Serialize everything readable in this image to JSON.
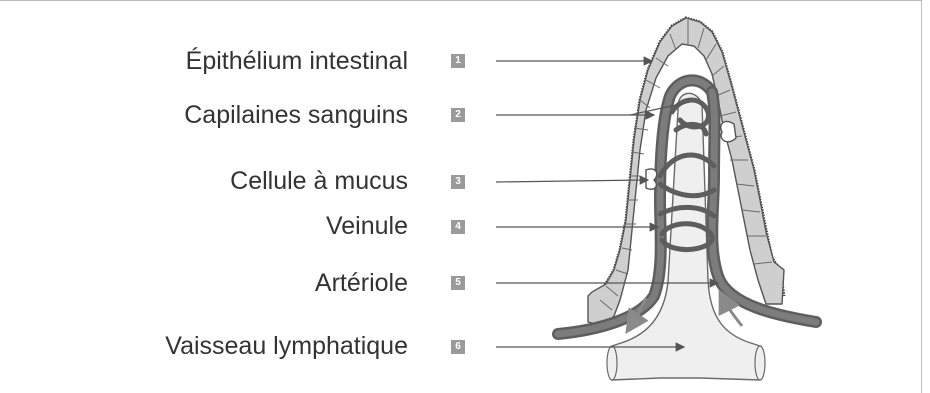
{
  "labels": [
    {
      "number": "1",
      "text": "Épithélium intestinal"
    },
    {
      "number": "2",
      "text": "Capilaines sanguins"
    },
    {
      "number": "3",
      "text": "Cellule à mucus"
    },
    {
      "number": "4",
      "text": "Veinule"
    },
    {
      "number": "5",
      "text": "Artériole"
    },
    {
      "number": "6",
      "text": "Vaisseau lymphatique"
    }
  ],
  "colors": {
    "label_text": "#333333",
    "number_box": "#9a9a9a",
    "epithelium_cell": "#cfcfcf",
    "vessel": "#6e6e6e",
    "lymph": "#efefef",
    "leader_line": "#555555"
  }
}
